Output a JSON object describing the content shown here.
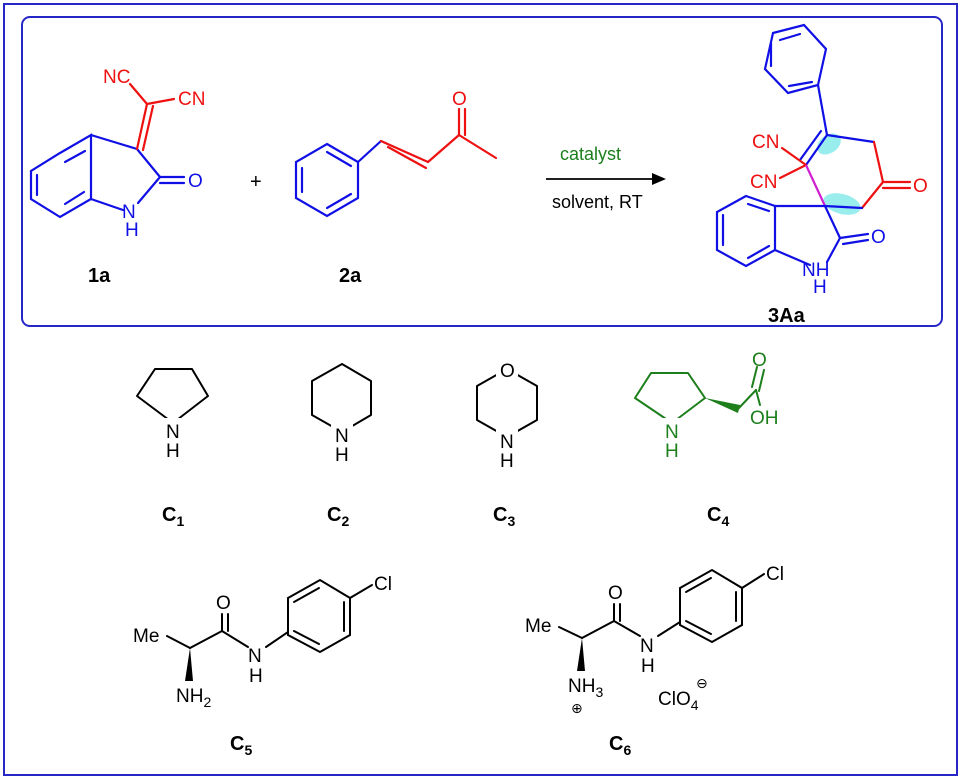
{
  "reaction": {
    "reactant_1": {
      "label": "1a",
      "atoms": {
        "nc_left": "NC",
        "cn_right": "CN",
        "oxygen": "O",
        "nitrogen": "N",
        "hydrogen": "H"
      }
    },
    "plus_sign": "+",
    "reactant_2": {
      "label": "2a",
      "atoms": {
        "oxygen": "O"
      }
    },
    "arrow": {
      "above": "catalyst",
      "below": "solvent, RT"
    },
    "product": {
      "label": "3Aa",
      "atoms": {
        "cn_top": "CN",
        "cn_bottom": "CN",
        "ketone_o": "O",
        "lactam_o": "O",
        "nh": "NH",
        "h": "H"
      }
    }
  },
  "catalysts": [
    {
      "id": "C1",
      "label_main": "C",
      "label_sub": "1",
      "atoms": {
        "n": "N",
        "h": "H"
      }
    },
    {
      "id": "C2",
      "label_main": "C",
      "label_sub": "2",
      "atoms": {
        "n": "N",
        "h": "H"
      }
    },
    {
      "id": "C3",
      "label_main": "C",
      "label_sub": "3",
      "atoms": {
        "o": "O",
        "n": "N",
        "h": "H"
      }
    },
    {
      "id": "C4",
      "label_main": "C",
      "label_sub": "4",
      "atoms": {
        "n": "N",
        "h": "H",
        "o": "O",
        "oh": "OH"
      }
    },
    {
      "id": "C5",
      "label_main": "C",
      "label_sub": "5",
      "atoms": {
        "me": "Me",
        "o": "O",
        "nh_n": "N",
        "nh_h": "H",
        "cl": "Cl",
        "nh2_main": "NH",
        "nh2_sub": "2"
      }
    },
    {
      "id": "C6",
      "label_main": "C",
      "label_sub": "6",
      "atoms": {
        "me": "Me",
        "o": "O",
        "nh_n": "N",
        "nh_h": "H",
        "cl": "Cl",
        "nh3_main": "NH",
        "nh3_sub": "3",
        "plus": "⊕",
        "perchlorate_main": "ClO",
        "perchlorate_sub": "4",
        "minus": "⊖"
      }
    }
  ],
  "colors": {
    "frame": "#2727c8",
    "isatin_blue": "#1010e6",
    "malononitrile_red": "#ee1111",
    "proline_green": "#1c7f1c",
    "highlight_cyan": "#7fe8e8",
    "new_bond_magenta": "#d21ed2",
    "black": "#000000"
  }
}
